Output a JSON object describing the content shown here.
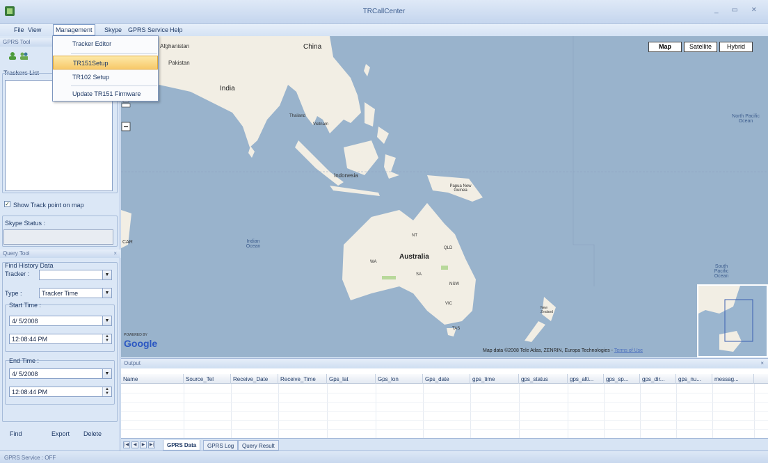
{
  "window": {
    "title": "TRCallCenter",
    "controls": "_ ▭ ✕"
  },
  "menu": {
    "items": [
      "File",
      "View",
      "Management",
      "Skype",
      "GPRS Service",
      "Help"
    ],
    "dropdown": [
      "Tracker Editor",
      "TR151Setup",
      "TR102 Setup",
      "Update TR151 Firmware"
    ]
  },
  "gprs_tool": {
    "header": "GPRS Tool",
    "trackers_list": "Trackers List",
    "show_track": "Show Track point on map",
    "skype_status": "Skype Status :"
  },
  "query_tool": {
    "header": "Query Tool",
    "close": "×",
    "group": "Find History Data",
    "tracker_label": "Tracker :",
    "type_label": "Type :",
    "type_value": "Tracker Time",
    "start_label": "Start Time :",
    "start_date": "4/ 5/2008",
    "start_time": "12:08:44 PM",
    "end_label": "End Time :",
    "end_date": "4/ 5/2008",
    "end_time": "12:08:44 PM",
    "find": "Find",
    "export": "Export",
    "delete": "Delete"
  },
  "map": {
    "types": [
      "Map",
      "Satellite",
      "Hybrid"
    ],
    "labels": {
      "afghanistan": "Afghanistan",
      "pakistan": "Pakistan",
      "china": "China",
      "india": "India",
      "thailand": "Thailand",
      "vietnam": "Vietnam",
      "indonesia": "Indonesia",
      "png": "Papua New Guinea",
      "australia": "Australia",
      "wa": "WA",
      "nt": "NT",
      "qld": "QLD",
      "sa": "SA",
      "nsw": "NSW",
      "vic": "VIC",
      "tas": "TAS",
      "nz": "New Zealand",
      "indian_ocean": "Indian Ocean",
      "north_pacific": "North Pacific Ocean",
      "south_pacific": "South Pacific Ocean",
      "car": "CAR"
    },
    "powered_by": "POWERED BY",
    "google": "Google",
    "copyright": "Map data ©2008 Tele Atlas, ZENRIN, Europa Technologies - ",
    "terms": "Terms of Use"
  },
  "output": {
    "header": "Output",
    "close": "×",
    "columns": [
      "Name",
      "Source_Tel",
      "Receive_Date",
      "Receive_Time",
      "Gps_lat",
      "Gps_lon",
      "Gps_date",
      "gps_time",
      "gps_status",
      "gps_alti...",
      "gps_sp...",
      "gps_dir...",
      "gps_nu...",
      "messag..."
    ],
    "nav": [
      "|◀",
      "◀",
      "▶",
      "▶|"
    ],
    "tabs": [
      "GPRS Data",
      "GPRS Log",
      "Query Result"
    ]
  },
  "status": {
    "text": "GPRS Service :    OFF"
  }
}
